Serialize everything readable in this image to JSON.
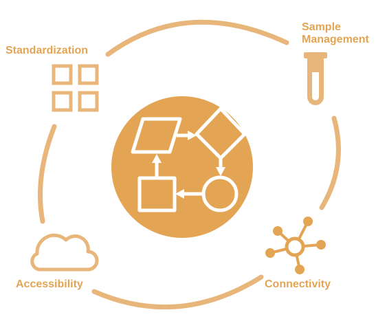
{
  "colors": {
    "accent": "#e3a454",
    "accent_light": "#e8b57a",
    "background": "#ffffff"
  },
  "labels": {
    "standardization": "Standardization",
    "sample_line1": "Sample",
    "sample_line2": "Management",
    "connectivity": "Connectivity",
    "accessibility": "Accessibility"
  },
  "icons": {
    "standardization": "grid-squares-icon",
    "sample_management": "test-tube-icon",
    "connectivity": "network-node-icon",
    "accessibility": "cloud-icon",
    "center": "flowchart-icon"
  }
}
